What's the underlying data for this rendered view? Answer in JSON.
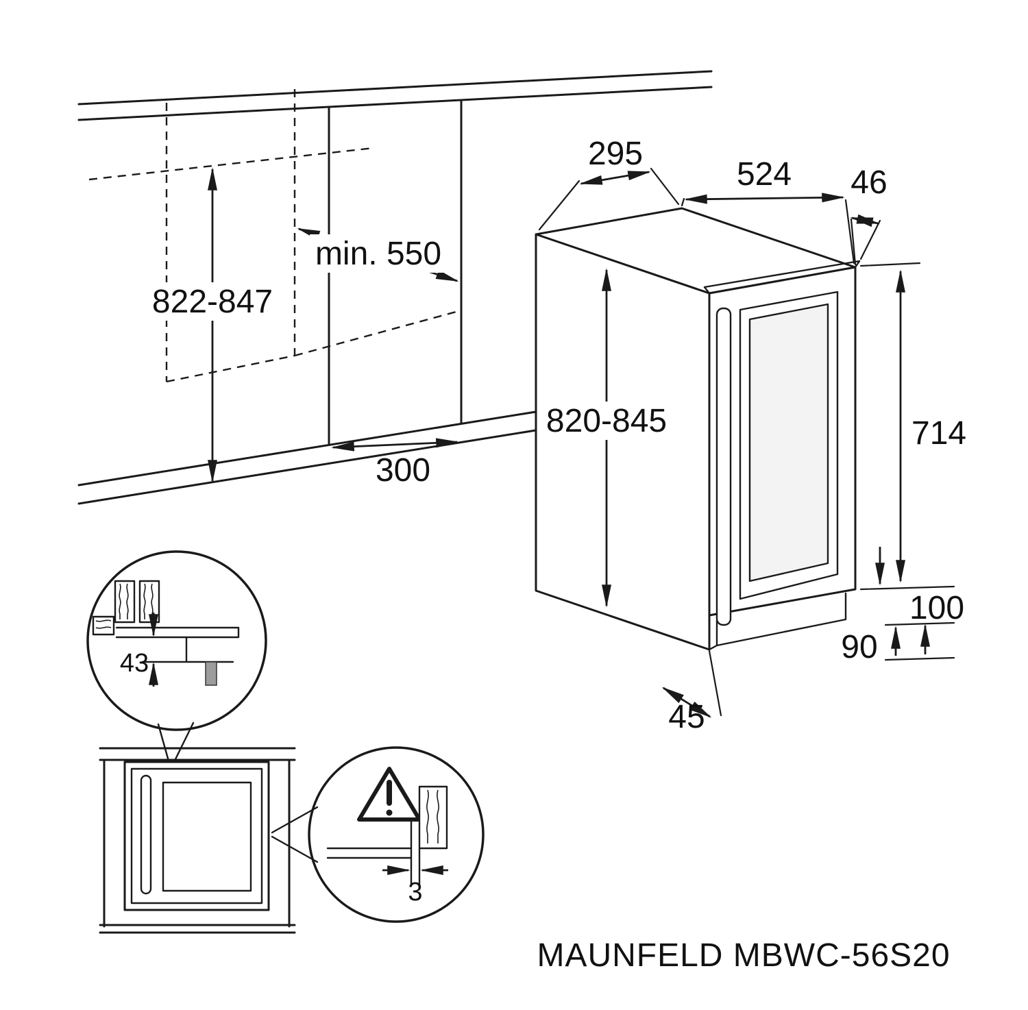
{
  "title": "MAUNFELD MBWC-56S20",
  "ink_color": "#1a1a1a",
  "labels": {
    "niche_height": "822-847",
    "niche_depth_min": "min. 550",
    "niche_width": "300",
    "unit_top_width": "295",
    "unit_top_depth": "524",
    "door_thickness": "46",
    "unit_height": "820-845",
    "door_height": "714",
    "bottom_clearance_max": "100",
    "bottom_clearance_min": "90",
    "base_recess": "45",
    "detail_overlap": "43",
    "detail_side_gap": "3"
  }
}
